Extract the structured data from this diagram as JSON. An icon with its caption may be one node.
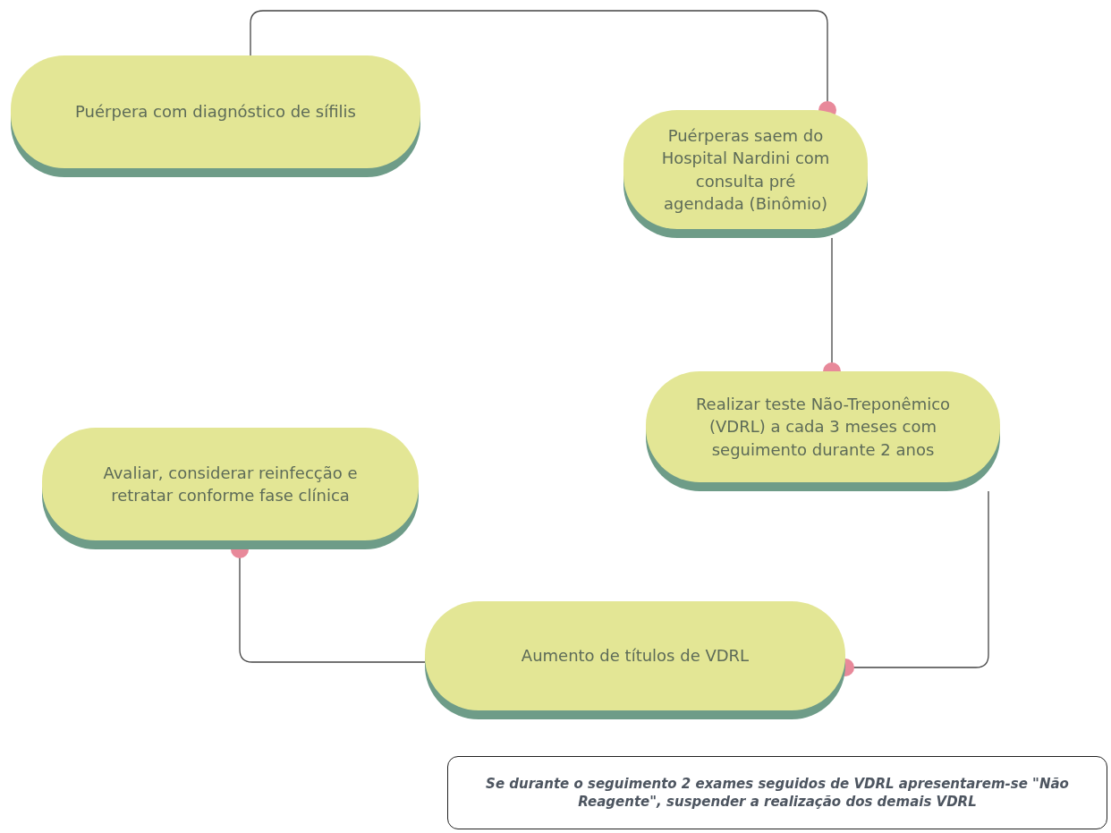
{
  "diagram": {
    "nodes": [
      {
        "text": [
          "Puérpera com diagnóstico de sífilis"
        ]
      },
      {
        "text": [
          "Puérperas saem do Hospital Nardini com consulta pré agendada (Binômio)"
        ]
      },
      {
        "text": [
          "Realizar teste Não-Treponêmico (VDRL) a cada 3 meses com seguimento durante 2 anos"
        ]
      },
      {
        "text": [
          "Avaliar, considerar reinfecção e retratar conforme fase clínica"
        ]
      },
      {
        "text": [
          "Aumento de títulos de VDRL"
        ]
      },
      {
        "text": [
          "Se durante o seguimento 2 exames seguidos de VDRL apresentarem-se \"Não Reagente\", suspender a realização dos demais VDRL"
        ]
      }
    ],
    "edges": [
      {
        "from": 0,
        "to": 1,
        "arrow": "other"
      },
      {
        "from": 1,
        "to": 2,
        "arrow": "other"
      },
      {
        "from": 2,
        "to": 4,
        "arrow": "other"
      },
      {
        "from": 4,
        "to": 3,
        "arrow": "other"
      }
    ]
  }
}
